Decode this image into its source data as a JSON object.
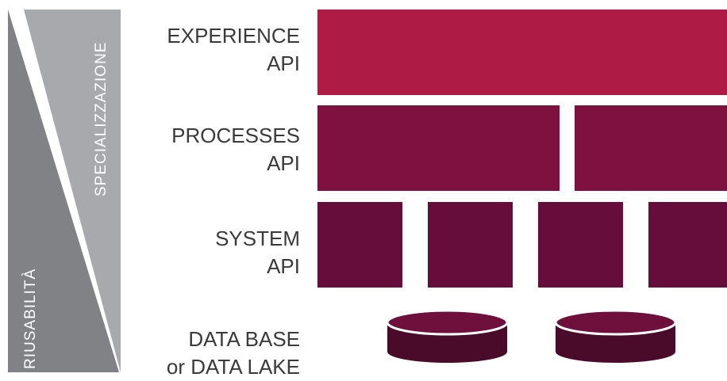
{
  "left_labels": {
    "reusability": "RIUSABILITÀ",
    "specialization": "SPECIALIZZAZIONE"
  },
  "layers": {
    "experience": {
      "line1": "EXPERIENCE",
      "line2": "API"
    },
    "processes": {
      "line1": "PROCESSES",
      "line2": "API"
    },
    "system": {
      "line1": "SYSTEM",
      "line2": "API"
    },
    "data": {
      "line1": "DATA BASE",
      "line2": "or DATA LAKE"
    }
  },
  "colors": {
    "experience": "#ae1c45",
    "processes": "#7e113d",
    "system": "#670d3b",
    "database": "#4a0a2a",
    "wedge_dark": "#808285",
    "wedge_light": "#a7a9ac"
  }
}
